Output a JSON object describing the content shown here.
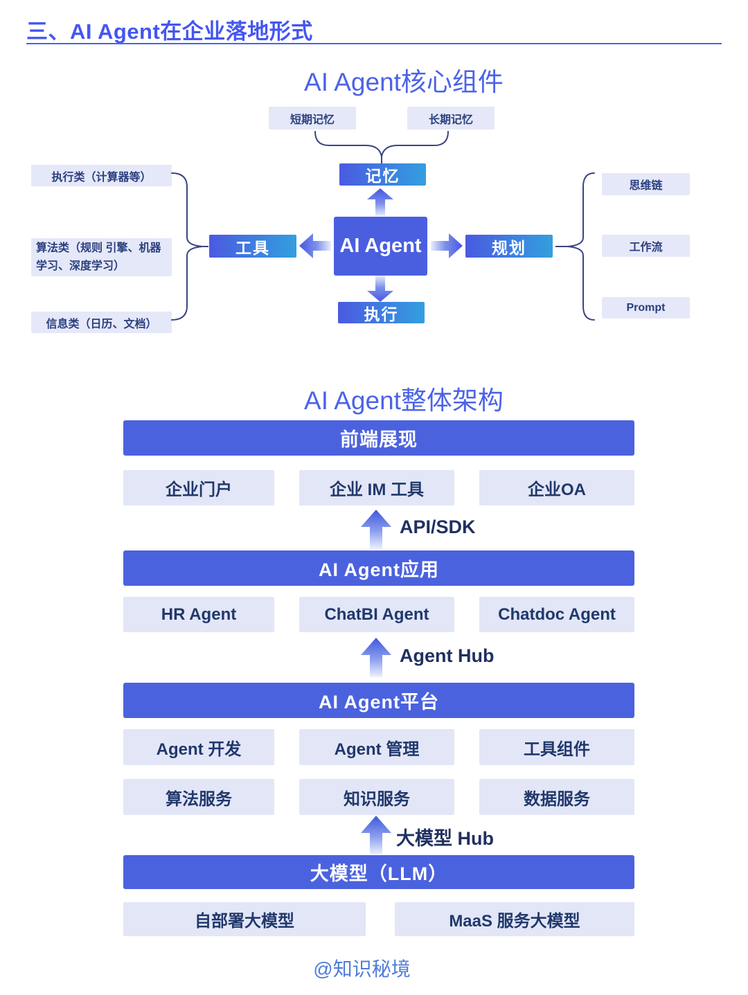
{
  "header": {
    "title": "三、AI Agent在企业落地形式"
  },
  "diagram1": {
    "title": "AI Agent核心组件",
    "center": "AI Agent",
    "nodes": {
      "memory": "记忆",
      "tools": "工具",
      "planning": "规划",
      "execution": "执行"
    },
    "memory_children": {
      "short": "短期记忆",
      "long": "长期记忆"
    },
    "tool_children": {
      "exec": "执行类（计算器等）",
      "algo": "算法类（规则 引擎、机器学习、深度学习）",
      "info": "信息类（日历、文档）"
    },
    "planning_children": {
      "cot": "思维链",
      "workflow": "工作流",
      "prompt": "Prompt"
    }
  },
  "diagram2": {
    "title": "AI Agent整体架构",
    "layer_frontend": {
      "header": "前端展现",
      "items": [
        "企业门户",
        "企业 IM 工具",
        "企业OA"
      ]
    },
    "connector_api": "API/SDK",
    "layer_app": {
      "header": "AI Agent应用",
      "items": [
        "HR Agent",
        "ChatBI Agent",
        "Chatdoc Agent"
      ]
    },
    "connector_agenthub": "Agent Hub",
    "layer_platform": {
      "header": "AI Agent平台",
      "items_row1": [
        "Agent 开发",
        "Agent 管理",
        "工具组件"
      ],
      "items_row2": [
        "算法服务",
        "知识服务",
        "数据服务"
      ]
    },
    "connector_llmhub": "大模型 Hub",
    "layer_llm": {
      "header": "大模型（LLM）",
      "items": [
        "自部署大模型",
        "MaaS 服务大模型"
      ]
    }
  },
  "footer": {
    "credit": "@知识秘境"
  },
  "colors": {
    "accent": "#4456F1",
    "bar_blue": "#4B62DE",
    "gradient_start": "#4A5AE1",
    "gradient_end": "#339FDE",
    "light_box": "#E3E7F8",
    "dark_text": "#21386B",
    "brace": "#3A4480"
  }
}
